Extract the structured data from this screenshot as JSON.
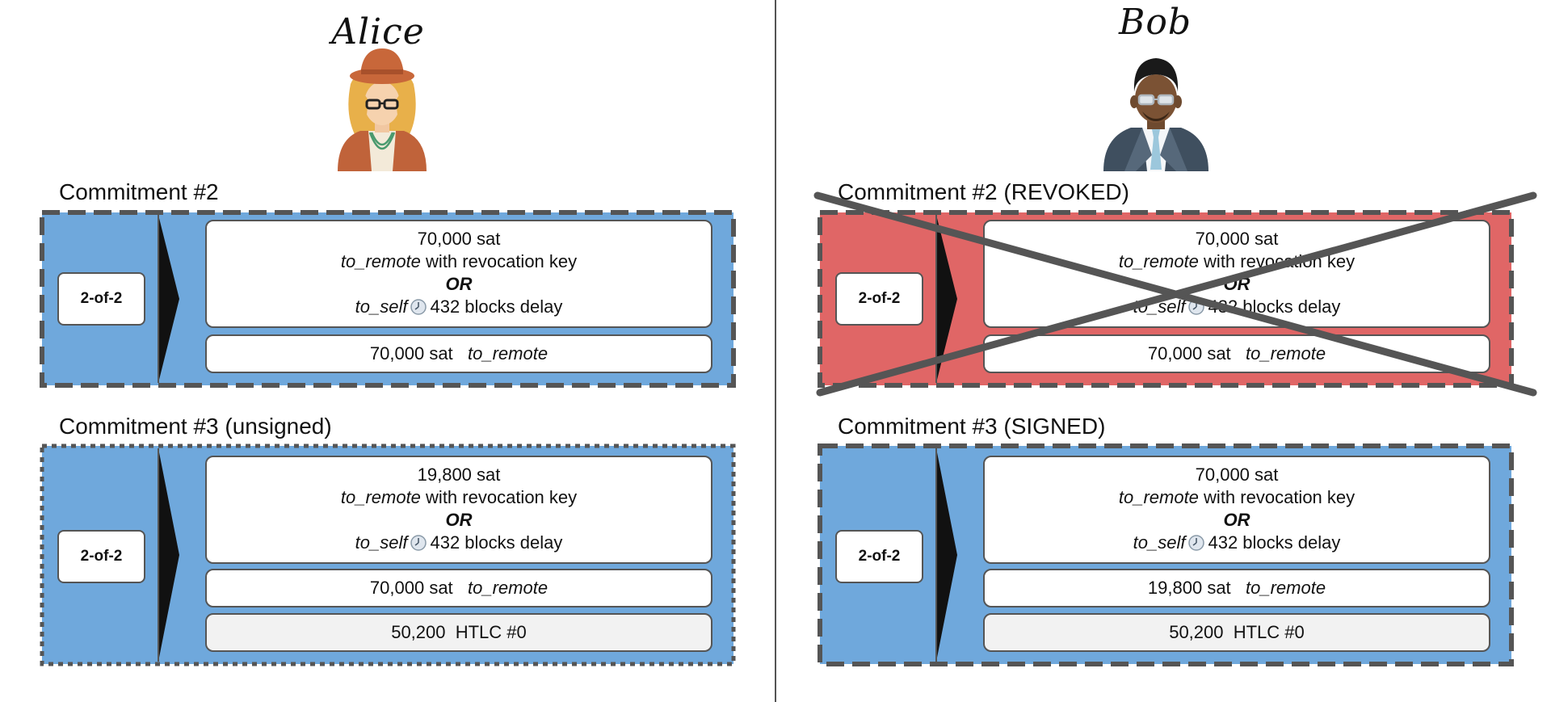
{
  "alice": {
    "name": "Alice",
    "commitment_2": {
      "title": "Commitment #2",
      "multisig": "2-of-2",
      "output_main": {
        "amount": "70,000 sat",
        "to_remote": "to_remote",
        "revocation_text": "with revocation key",
        "or": "OR",
        "to_self": "to_self",
        "delay": "432 blocks delay"
      },
      "output_second": {
        "amount": "70,000 sat",
        "label": "to_remote"
      }
    },
    "commitment_3": {
      "title": "Commitment #3 (unsigned)",
      "multisig": "2-of-2",
      "output_main": {
        "amount": "19,800 sat",
        "to_remote": "to_remote",
        "revocation_text": "with revocation key",
        "or": "OR",
        "to_self": "to_self",
        "delay": "432 blocks delay"
      },
      "output_second": {
        "amount": "70,000 sat",
        "label": "to_remote"
      },
      "htlc": {
        "amount": "50,200",
        "label": "HTLC #0"
      }
    }
  },
  "bob": {
    "name": "Bob",
    "commitment_2": {
      "title": "Commitment #2 (REVOKED)",
      "multisig": "2-of-2",
      "output_main": {
        "amount": "70,000 sat",
        "to_remote": "to_remote",
        "revocation_text": "with revocation key",
        "or": "OR",
        "to_self": "to_self",
        "delay": "432 blocks delay"
      },
      "output_second": {
        "amount": "70,000 sat",
        "label": "to_remote"
      }
    },
    "commitment_3": {
      "title": "Commitment #3 (SIGNED)",
      "multisig": "2-of-2",
      "output_main": {
        "amount": "70,000 sat",
        "to_remote": "to_remote",
        "revocation_text": "with revocation key",
        "or": "OR",
        "to_self": "to_self",
        "delay": "432 blocks delay"
      },
      "output_second": {
        "amount": "19,800 sat",
        "label": "to_remote"
      },
      "htlc": {
        "amount": "50,200",
        "label": "HTLC #0"
      }
    }
  },
  "colors": {
    "valid_tx": "#6fa8dc",
    "revoked_tx": "#e06666",
    "border": "#555555",
    "cross": "#555555"
  },
  "icons": {
    "timelock": "clock-icon",
    "alice_avatar": "alice-avatar-icon",
    "bob_avatar": "bob-avatar-icon"
  }
}
